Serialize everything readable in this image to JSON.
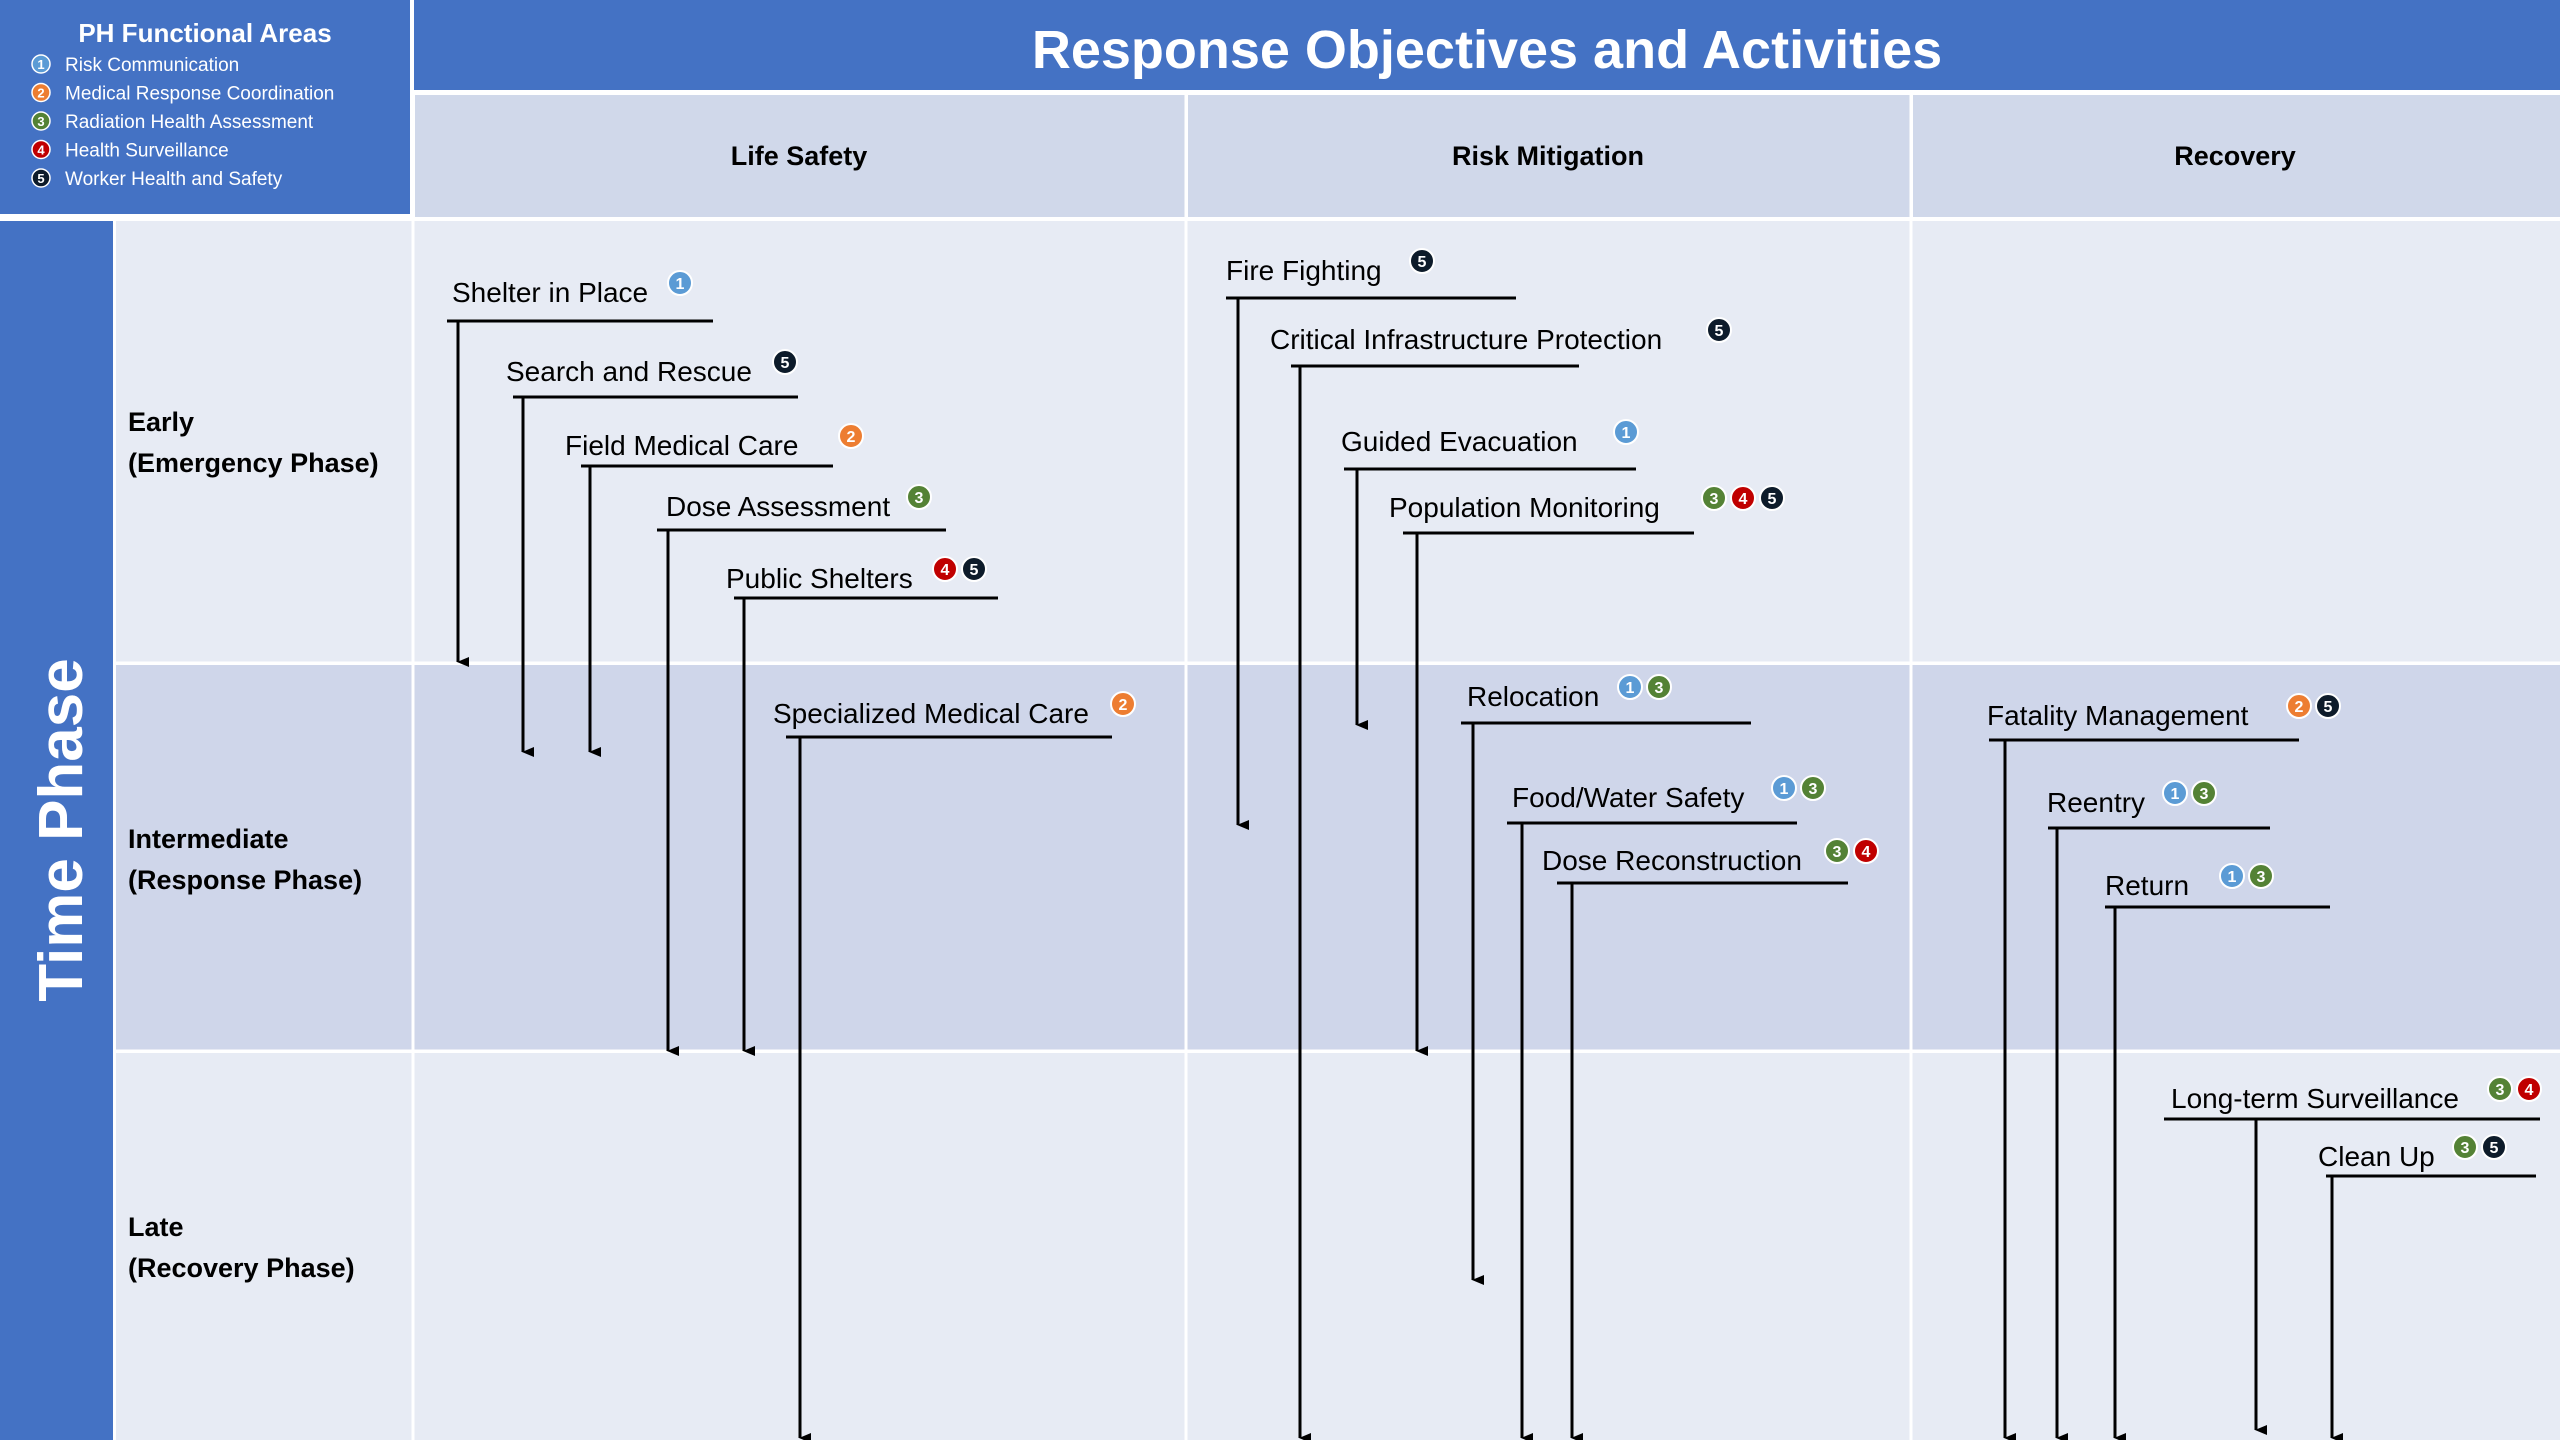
{
  "title": "Response Objectives and Activities",
  "legend": {
    "title": "PH Functional Areas",
    "items": [
      {
        "num": "1",
        "label": "Risk Communication",
        "color": "#5b9bd5"
      },
      {
        "num": "2",
        "label": "Medical Response Coordination",
        "color": "#ed7d31"
      },
      {
        "num": "3",
        "label": "Radiation Health Assessment",
        "color": "#548235"
      },
      {
        "num": "4",
        "label": "Health Surveillance",
        "color": "#c00000"
      },
      {
        "num": "5",
        "label": "Worker Health and Safety",
        "color": "#0d1b2a"
      }
    ]
  },
  "columns": [
    "Life Safety",
    "Risk Mitigation",
    "Recovery"
  ],
  "row_axis_label": "Time Phase",
  "rows": [
    {
      "line1": "Early",
      "line2": "(Emergency Phase)"
    },
    {
      "line1": "Intermediate",
      "line2": "(Response Phase)"
    },
    {
      "line1": "Late",
      "line2": "(Recovery Phase)"
    }
  ],
  "activities": [
    {
      "label": "Shelter in Place",
      "badges": [
        "1"
      ]
    },
    {
      "label": "Search and Rescue",
      "badges": [
        "5"
      ]
    },
    {
      "label": "Field Medical Care",
      "badges": [
        "2"
      ]
    },
    {
      "label": "Dose Assessment",
      "badges": [
        "3"
      ]
    },
    {
      "label": "Public Shelters",
      "badges": [
        "4",
        "5"
      ]
    },
    {
      "label": "Specialized Medical Care",
      "badges": [
        "2"
      ]
    },
    {
      "label": "Fire Fighting",
      "badges": [
        "5"
      ]
    },
    {
      "label": "Critical Infrastructure Protection",
      "badges": [
        "5"
      ]
    },
    {
      "label": "Guided Evacuation",
      "badges": [
        "1"
      ]
    },
    {
      "label": "Population Monitoring",
      "badges": [
        "3",
        "4",
        "5"
      ]
    },
    {
      "label": "Relocation",
      "badges": [
        "1",
        "3"
      ]
    },
    {
      "label": "Food/Water Safety",
      "badges": [
        "1",
        "3"
      ]
    },
    {
      "label": "Dose Reconstruction",
      "badges": [
        "3",
        "4"
      ]
    },
    {
      "label": "Fatality Management",
      "badges": [
        "2",
        "5"
      ]
    },
    {
      "label": "Reentry",
      "badges": [
        "1",
        "3"
      ]
    },
    {
      "label": "Return",
      "badges": [
        "1",
        "3"
      ]
    },
    {
      "label": "Long-term Surveillance",
      "badges": [
        "3",
        "4"
      ]
    },
    {
      "label": "Clean Up",
      "badges": [
        "3",
        "5"
      ]
    }
  ],
  "colors": {
    "header_blue": "#4472c4",
    "col_header_bg": "#d0d8ea",
    "row_light": "#e7ebf4",
    "row_dark": "#cfd6ea"
  }
}
